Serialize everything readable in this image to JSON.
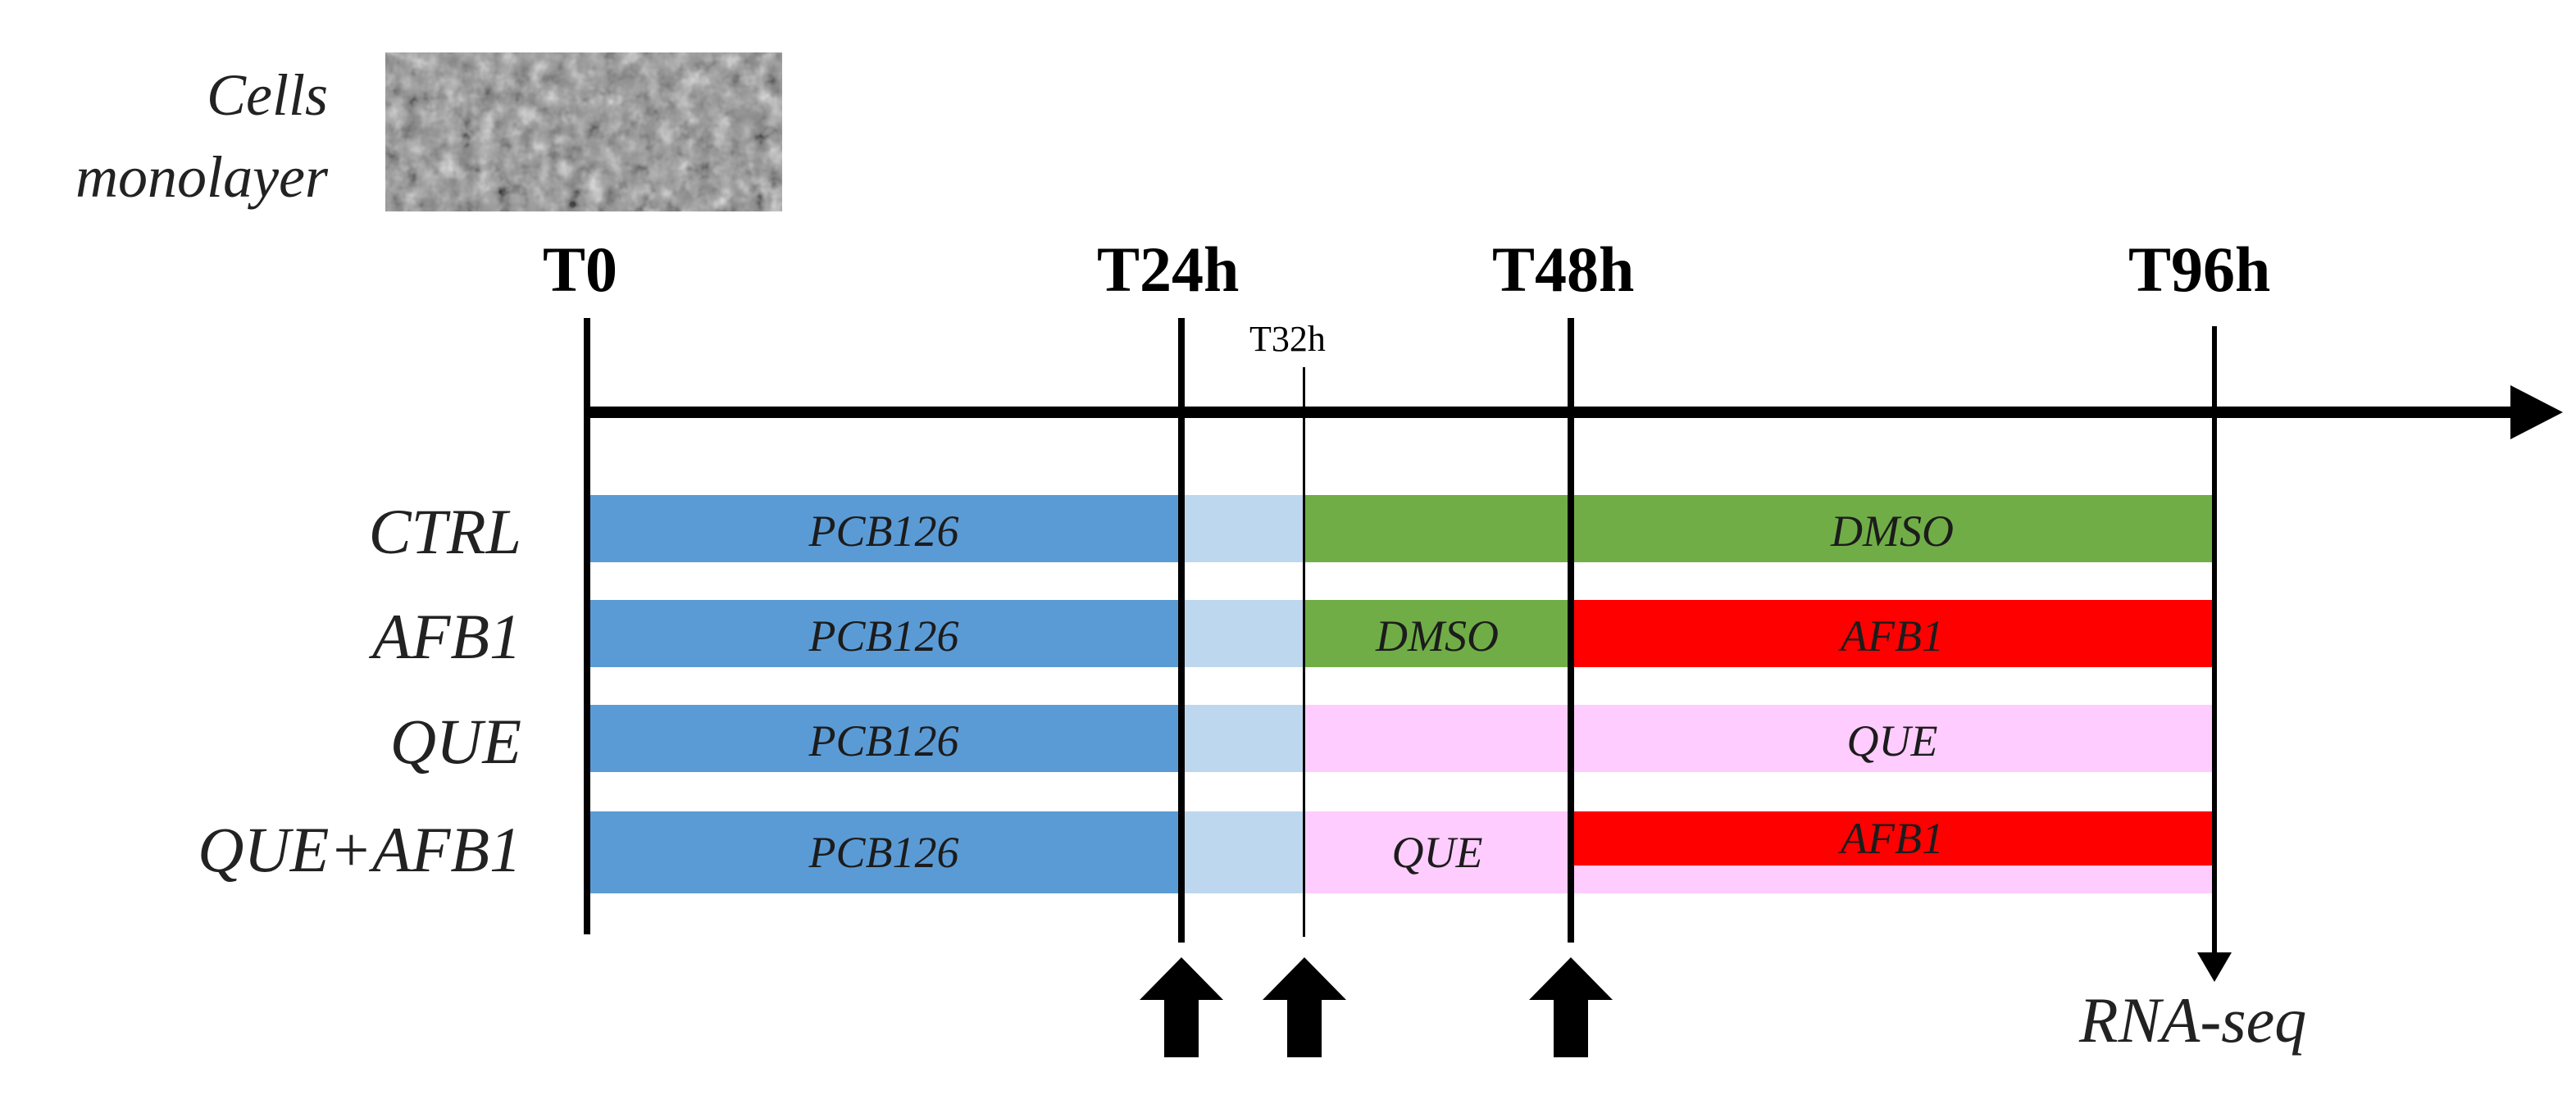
{
  "image": {
    "label_line1": "Cells",
    "label_line2": "monolayer"
  },
  "timepoints": {
    "t0": "T0",
    "t24": "T24h",
    "t32": "T32h",
    "t48": "T48h",
    "t96": "T96h"
  },
  "rows": [
    {
      "label": "CTRL",
      "segments": [
        {
          "text": "PCB126",
          "color": "#5b9bd5"
        },
        {
          "text": "",
          "color": "#bdd7ee"
        },
        {
          "text": "DMSO",
          "color": "#70ad47"
        }
      ]
    },
    {
      "label": "AFB1",
      "segments": [
        {
          "text": "PCB126",
          "color": "#5b9bd5"
        },
        {
          "text": "",
          "color": "#bdd7ee"
        },
        {
          "text": "DMSO",
          "color": "#70ad47"
        },
        {
          "text": "AFB1",
          "color": "#ff0000"
        }
      ]
    },
    {
      "label": "QUE",
      "segments": [
        {
          "text": "PCB126",
          "color": "#5b9bd5"
        },
        {
          "text": "",
          "color": "#bdd7ee"
        },
        {
          "text": "QUE",
          "color": "#ffccff"
        }
      ]
    },
    {
      "label": "QUE+AFB1",
      "segments": [
        {
          "text": "PCB126",
          "color": "#5b9bd5"
        },
        {
          "text": "",
          "color": "#bdd7ee"
        },
        {
          "text": "QUE",
          "color": "#ffccff"
        },
        {
          "text": "AFB1",
          "color": "#ff0000"
        }
      ]
    }
  ],
  "rna_seq": "RNA-seq",
  "arrow_icons": [
    "up-arrow-icon",
    "up-arrow-icon",
    "up-arrow-icon"
  ]
}
